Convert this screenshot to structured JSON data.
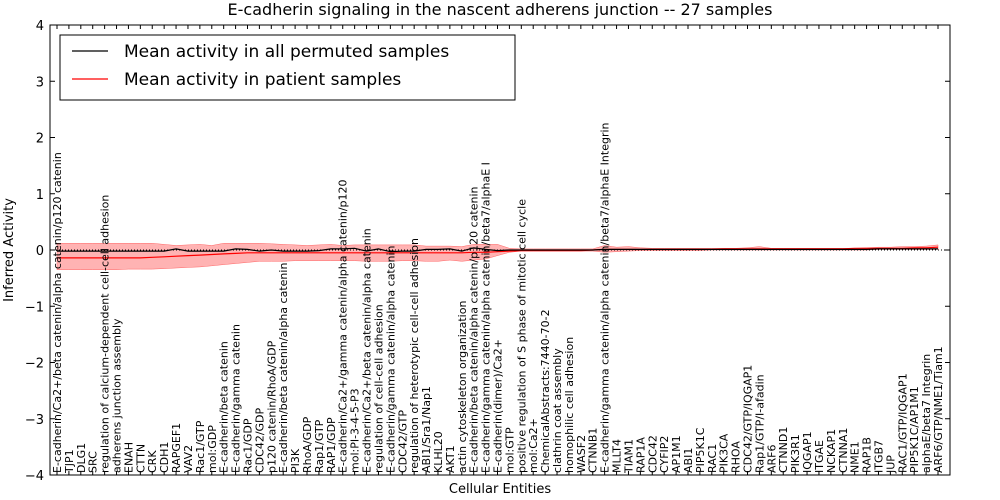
{
  "chart_data": {
    "type": "line",
    "title": "E-cadherin signaling in the nascent adherens junction -- 27 samples",
    "xlabel": "Cellular Entities",
    "ylabel": "Inferred Activity",
    "ylim": [
      -4,
      4
    ],
    "yticks": [
      -4,
      -3,
      -2,
      -1,
      0,
      1,
      2,
      3,
      4
    ],
    "grid": false,
    "legend_position": "top-left",
    "categories": [
      "E-cadherin/Ca2+/beta catenin/alpha catenin/p120 catenin",
      "TJP1",
      "DLG1",
      "SRC",
      "regulation of calcium-dependent cell-cell adhesion",
      "adherens junction assembly",
      "ENAH",
      "CTTN",
      "CRK",
      "CDH1",
      "RAPGEF1",
      "VAV2",
      "Rac1/GTP",
      "mol:GDP",
      "E-cadherin/beta catenin",
      "E-cadherin/gamma catenin",
      "Rac1/GDP",
      "CDC42/GDP",
      "p120 catenin/RhoA/GDP",
      "E-cadherin/beta catenin/alpha catenin",
      "PI3K",
      "RhoA/GDP",
      "Rap1/GTP",
      "RAP1/GDP",
      "E-cadherin/Ca2+/gamma catenin/alpha catenin/p120",
      "mol:PI-3-4-5-P3",
      "E-cadherin/Ca2+/beta catenin/alpha catenin",
      "regulation of cell-cell adhesion",
      "E-cadherin/gamma catenin/alpha catenin",
      "CDC42/GTP",
      "regulation of heterotypic cell-cell adhesion",
      "ABI1/Sra1/Nap1",
      "KLHL20",
      "AKT1",
      "actin cytoskeleton organization",
      "E-cadherin/beta catenin/alpha catenin/p120 catenin",
      "E-cadherin/gamma catenin/alpha catenin/beta7/alphaE I",
      "E-cadherin(dimer)/Ca2+",
      "mol:GTP",
      "positive regulation of S phase of mitotic cell cycle",
      "mol:Ca2+",
      "ChemicalAbstracts:7440-70-2",
      "clathrin coat assembly",
      "homophilic cell adhesion",
      "WASF2",
      "CTNNB1",
      "E-cadherin/gamma catenin/alpha catenin/beta7/alphaE Integrin",
      "MLLT4",
      "TIAM1",
      "RAP1A",
      "CDC42",
      "CYFIP2",
      "AP1M1",
      "ABI1",
      "PIP5K1C",
      "RAC1",
      "PIK3CA",
      "RHOA",
      "CDC42/GTP/IQGAP1",
      "Rap1/GTP/I-afadin",
      "ARF6",
      "CTNND1",
      "PIK3R1",
      "IQGAP1",
      "ITGAE",
      "NCKAP1",
      "CTNNA1",
      "NME1",
      "RAP1B",
      "ITGB7",
      "JUP",
      "RAC1/GTP/IQGAP1",
      "PIP5K1C/AP1M1",
      "alphaE/beta7 Integrin",
      "ARF6/GTP/NME1/Tiam1"
    ],
    "series": [
      {
        "name": "Mean activity in all permuted samples",
        "color": "#000000",
        "values": [
          -0.02,
          -0.02,
          -0.02,
          -0.02,
          -0.02,
          -0.02,
          -0.02,
          -0.02,
          -0.02,
          -0.02,
          0.02,
          -0.02,
          -0.02,
          -0.02,
          -0.02,
          0.02,
          0.01,
          -0.02,
          0.0,
          -0.02,
          -0.02,
          -0.02,
          -0.01,
          0.02,
          0.02,
          0.03,
          -0.02,
          0.02,
          -0.03,
          -0.02,
          -0.02,
          0.01,
          0.01,
          0.02,
          -0.02,
          0.04,
          0.01,
          -0.01,
          0.0,
          0.0,
          0.0,
          0.0,
          0.0,
          0.0,
          0.0,
          0.0,
          0.01,
          0.01,
          0.01,
          0.01,
          0.01,
          0.01,
          0.01,
          0.01,
          0.01,
          0.01,
          0.01,
          0.01,
          0.01,
          0.01,
          0.01,
          0.01,
          0.01,
          0.01,
          0.01,
          0.01,
          0.01,
          0.01,
          0.01,
          0.02,
          0.02,
          0.02,
          0.02,
          0.02,
          0.02
        ]
      },
      {
        "name": "Mean activity in patient samples",
        "color": "#ff0000",
        "band_color": "#ff9999",
        "values": [
          -0.14,
          -0.14,
          -0.14,
          -0.14,
          -0.14,
          -0.14,
          -0.14,
          -0.14,
          -0.13,
          -0.12,
          -0.11,
          -0.1,
          -0.09,
          -0.08,
          -0.07,
          -0.06,
          -0.05,
          -0.05,
          -0.05,
          -0.05,
          -0.05,
          -0.05,
          -0.05,
          -0.05,
          -0.05,
          -0.05,
          -0.05,
          -0.05,
          -0.05,
          -0.05,
          -0.05,
          -0.05,
          -0.05,
          -0.05,
          -0.05,
          -0.04,
          -0.04,
          -0.03,
          -0.02,
          -0.01,
          -0.01,
          -0.01,
          -0.01,
          -0.01,
          -0.01,
          0.0,
          0.01,
          0.01,
          0.01,
          0.01,
          0.01,
          0.01,
          0.01,
          0.01,
          0.01,
          0.01,
          0.02,
          0.02,
          0.02,
          0.02,
          0.02,
          0.02,
          0.02,
          0.02,
          0.02,
          0.02,
          0.02,
          0.03,
          0.03,
          0.03,
          0.03,
          0.03,
          0.04,
          0.04,
          0.05
        ],
        "band_upper": [
          0.12,
          0.12,
          0.12,
          0.12,
          0.12,
          0.12,
          0.12,
          0.12,
          0.12,
          0.1,
          0.08,
          0.09,
          0.1,
          0.08,
          0.12,
          0.12,
          0.12,
          0.12,
          0.11,
          0.1,
          0.09,
          0.08,
          0.09,
          0.1,
          0.08,
          0.09,
          0.09,
          0.09,
          0.09,
          0.09,
          0.09,
          0.07,
          0.07,
          0.07,
          0.06,
          0.1,
          0.1,
          0.1,
          0.03,
          0.02,
          0.02,
          0.02,
          0.02,
          0.02,
          0.02,
          0.02,
          0.08,
          0.05,
          0.06,
          0.04,
          0.03,
          0.03,
          0.03,
          0.03,
          0.03,
          0.03,
          0.03,
          0.03,
          0.04,
          0.06,
          0.03,
          0.03,
          0.03,
          0.03,
          0.03,
          0.03,
          0.03,
          0.03,
          0.04,
          0.05,
          0.05,
          0.06,
          0.06,
          0.07,
          0.09
        ],
        "band_lower": [
          -0.35,
          -0.35,
          -0.35,
          -0.35,
          -0.35,
          -0.35,
          -0.34,
          -0.34,
          -0.34,
          -0.33,
          -0.32,
          -0.31,
          -0.3,
          -0.28,
          -0.26,
          -0.24,
          -0.22,
          -0.2,
          -0.2,
          -0.2,
          -0.19,
          -0.19,
          -0.19,
          -0.19,
          -0.19,
          -0.19,
          -0.2,
          -0.2,
          -0.2,
          -0.19,
          -0.19,
          -0.2,
          -0.2,
          -0.18,
          -0.2,
          -0.18,
          -0.16,
          -0.1,
          -0.04,
          -0.02,
          -0.02,
          -0.02,
          -0.02,
          -0.02,
          -0.02,
          -0.02,
          -0.04,
          -0.03,
          -0.02,
          -0.01,
          -0.01,
          -0.01,
          -0.01,
          -0.01,
          -0.01,
          0.0,
          0.0,
          0.0,
          0.0,
          0.0,
          0.0,
          0.0,
          0.0,
          0.0,
          0.0,
          0.0,
          0.0,
          0.0,
          0.0,
          0.01,
          0.01,
          0.01,
          0.01,
          0.01,
          0.01
        ]
      }
    ]
  }
}
